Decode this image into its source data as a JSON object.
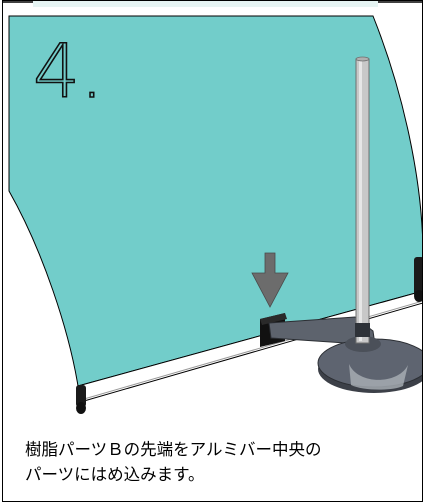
{
  "step": {
    "number": "4."
  },
  "caption": {
    "line1": "樹脂パーツＢの先端をアルミバー中央の",
    "line2": "パーツにはめ込みます。"
  },
  "colors": {
    "banner": "#72cdca",
    "pole": "#c8c8c8",
    "base": "#5e6470",
    "base_top": "#aab0b7",
    "arrow": "#6c6c6c",
    "connector": "#5d636d"
  },
  "icons": {
    "arrow": "down-arrow-icon"
  }
}
